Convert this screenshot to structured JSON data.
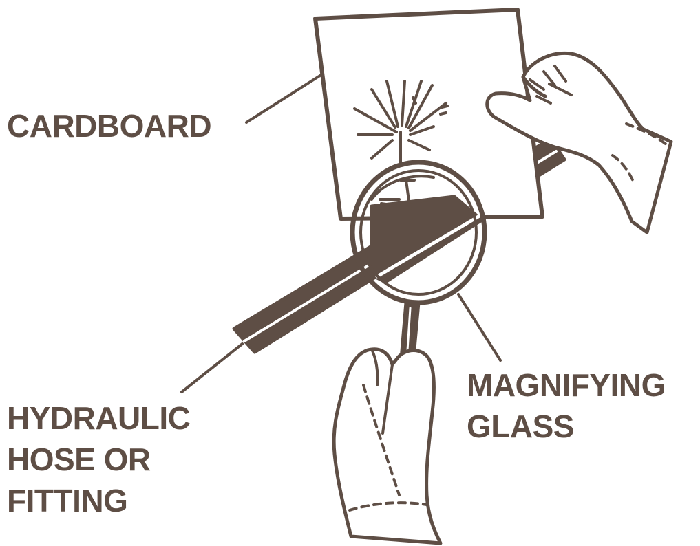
{
  "colors": {
    "ink": "#5e4e45",
    "background": "#ffffff",
    "glass_tint": "#ffffff"
  },
  "labels": {
    "cardboard": "CARDBOARD",
    "hydraulic_hose": [
      "HYDRAULIC",
      "HOSE OR",
      "FITTING"
    ],
    "magnifying_glass": [
      "MAGNIFYING",
      "GLASS"
    ]
  }
}
